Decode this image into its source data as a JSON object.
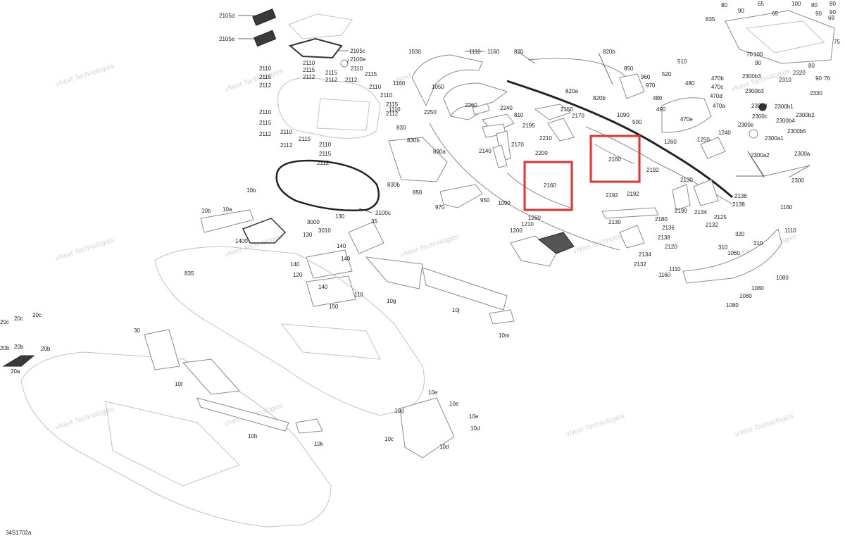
{
  "drawing_code": "34S1702a",
  "watermark": "vNext Technologies",
  "highlight_label": "2160",
  "callouts": [
    "2105d",
    "2105e",
    "2105c",
    "2100e",
    "2110",
    "2115",
    "2112",
    "2110",
    "2115",
    "2112",
    "2110",
    "2115",
    "2112",
    "2110",
    "2115",
    "2112",
    "2110",
    "2115",
    "2112",
    "2110",
    "2115",
    "2112",
    "2110",
    "2115",
    "2112",
    "2110",
    "2115",
    "2112",
    "2100c",
    "1030",
    "1110",
    "1160",
    "1160",
    "1110",
    "1050",
    "2250",
    "2260",
    "820",
    "820b",
    "820a",
    "850",
    "820b",
    "960",
    "970",
    "480",
    "490",
    "500",
    "510",
    "520",
    "480",
    "470b",
    "470c",
    "470d",
    "470a",
    "470e",
    "2240",
    "810",
    "2150",
    "2170",
    "1090",
    "2195",
    "2210",
    "2200",
    "2170",
    "2140",
    "830",
    "830b",
    "830a",
    "830b",
    "850",
    "970",
    "950",
    "1090",
    "2192",
    "2192",
    "2190",
    "2180",
    "2192",
    "2130",
    "2136",
    "2138",
    "2120",
    "2134",
    "2132",
    "1260",
    "1210",
    "1200",
    "1260",
    "1250",
    "1240",
    "2130",
    "2134",
    "2125",
    "2136",
    "2138",
    "2132",
    "1160",
    "1110",
    "320",
    "310",
    "310",
    "1060",
    "1110",
    "1160",
    "1080",
    "1080",
    "1080",
    "1080",
    "2300d",
    "2300c",
    "2300e",
    "2300b1",
    "2300b2",
    "2300b4",
    "2300b5",
    "2300a1",
    "2300a2",
    "2300a",
    "2300",
    "2310",
    "2320",
    "2330",
    "2300b3",
    "2300b3",
    "835",
    "80",
    "90",
    "65",
    "65",
    "100",
    "80",
    "90",
    "80",
    "90",
    "75",
    "69",
    "70",
    "100",
    "90",
    "80",
    "90",
    "76",
    "10b",
    "10a",
    "1400",
    "10b",
    "3000",
    "130",
    "3010",
    "130",
    "140",
    "140",
    "140",
    "120",
    "140",
    "110",
    "150",
    "35",
    "10g",
    "10j",
    "10m",
    "835",
    "30",
    "10f",
    "10h",
    "10k",
    "10e",
    "10e",
    "10d",
    "10e",
    "10d",
    "10c",
    "10d",
    "20c",
    "20c",
    "20c",
    "20b",
    "20b",
    "20b",
    "20a"
  ]
}
